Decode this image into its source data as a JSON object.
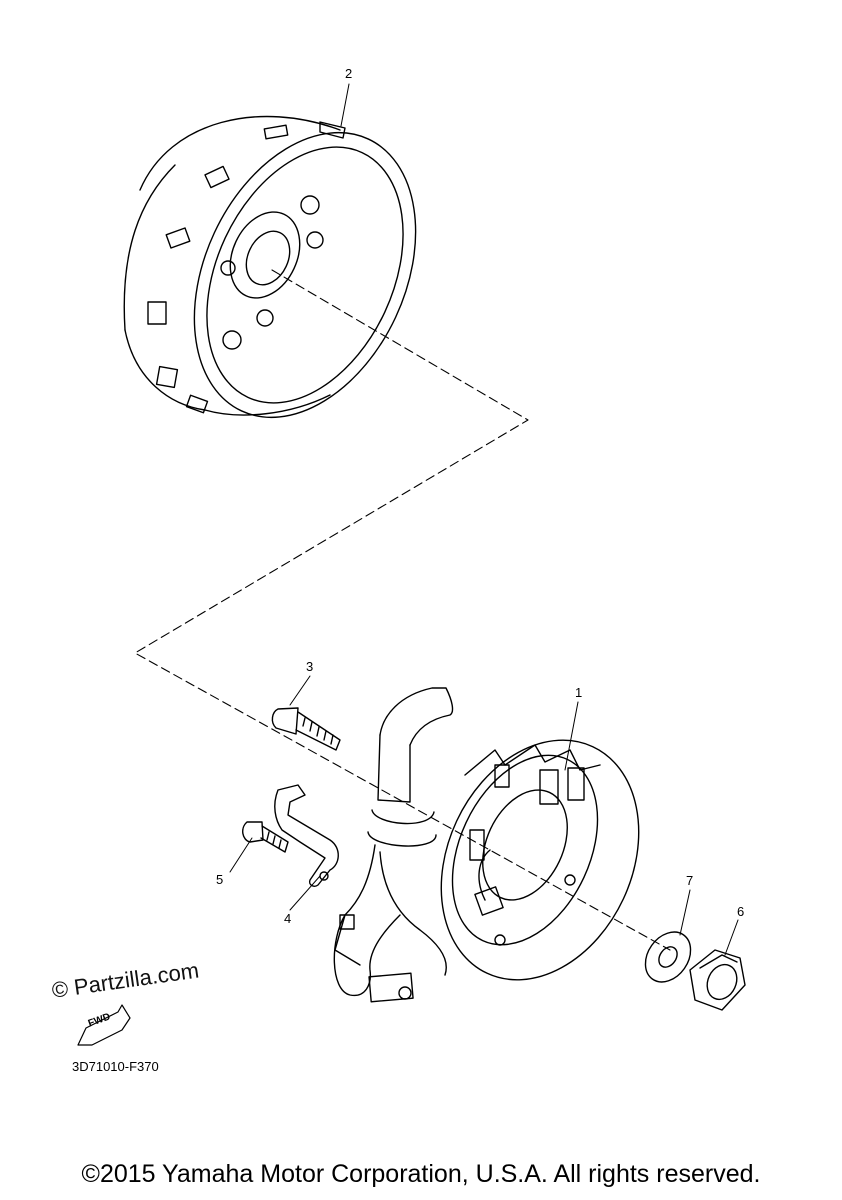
{
  "callouts": [
    {
      "id": "1",
      "label": "1"
    },
    {
      "id": "2",
      "label": "2"
    },
    {
      "id": "3",
      "label": "3"
    },
    {
      "id": "4",
      "label": "4"
    },
    {
      "id": "5",
      "label": "5"
    },
    {
      "id": "6",
      "label": "6"
    },
    {
      "id": "7",
      "label": "7"
    }
  ],
  "watermark": "© Partzilla.com",
  "fwd_mark": "FWD",
  "figure_code": "3D71010-F370",
  "copyright": "©2015 Yamaha Motor Corporation, U.S.A. All rights reserved."
}
